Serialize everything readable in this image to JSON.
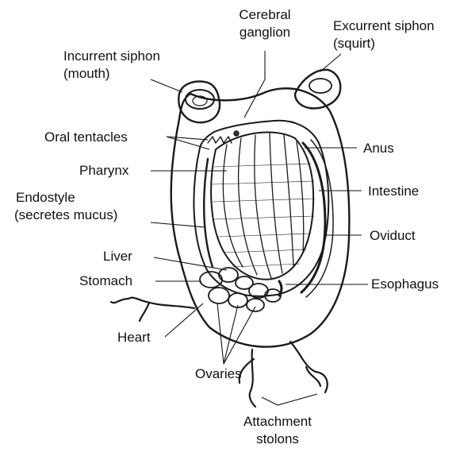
{
  "labels": {
    "cerebral_ganglion": [
      "Cerebral",
      "ganglion"
    ],
    "excurrent_siphon": [
      "Excurrent siphon",
      "(squirt)"
    ],
    "incurrent_siphon": [
      "Incurrent siphon",
      "(mouth)"
    ],
    "oral_tentacles": "Oral tentacles",
    "anus": "Anus",
    "pharynx": "Pharynx",
    "intestine": "Intestine",
    "endostyle": [
      "Endostyle",
      "(secretes mucus)"
    ],
    "oviduct": "Oviduct",
    "liver": "Liver",
    "stomach": "Stomach",
    "esophagus": "Esophagus",
    "heart": "Heart",
    "ovaries": "Ovaries",
    "attachment_stolons": [
      "Attachment",
      "stolons"
    ]
  }
}
